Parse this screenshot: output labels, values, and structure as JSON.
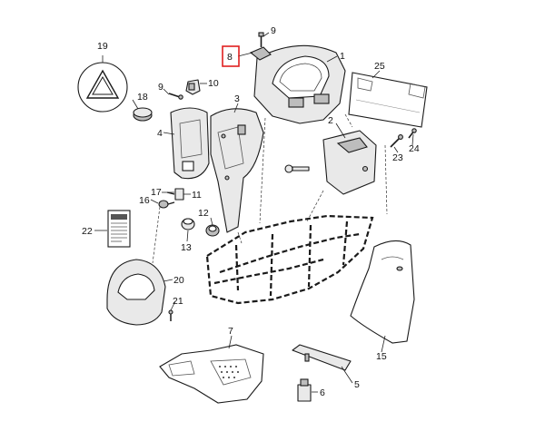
{
  "callouts": {
    "c1": "1",
    "c2": "2",
    "c3": "3",
    "c4": "4",
    "c5": "5",
    "c6": "6",
    "c7": "7",
    "c8": "8",
    "c9a": "9",
    "c9b": "9",
    "c10": "10",
    "c11": "11",
    "c12": "12",
    "c13": "13",
    "c15": "15",
    "c16": "16",
    "c17": "17",
    "c18": "18",
    "c19": "19",
    "c20": "20",
    "c21": "21",
    "c22": "22",
    "c23": "23",
    "c24": "24",
    "c25": "25"
  },
  "highlighted_callout": "8",
  "colors": {
    "highlight": "#e02020",
    "line": "#1a1a1a",
    "part_fill": "#e9e9e9"
  }
}
